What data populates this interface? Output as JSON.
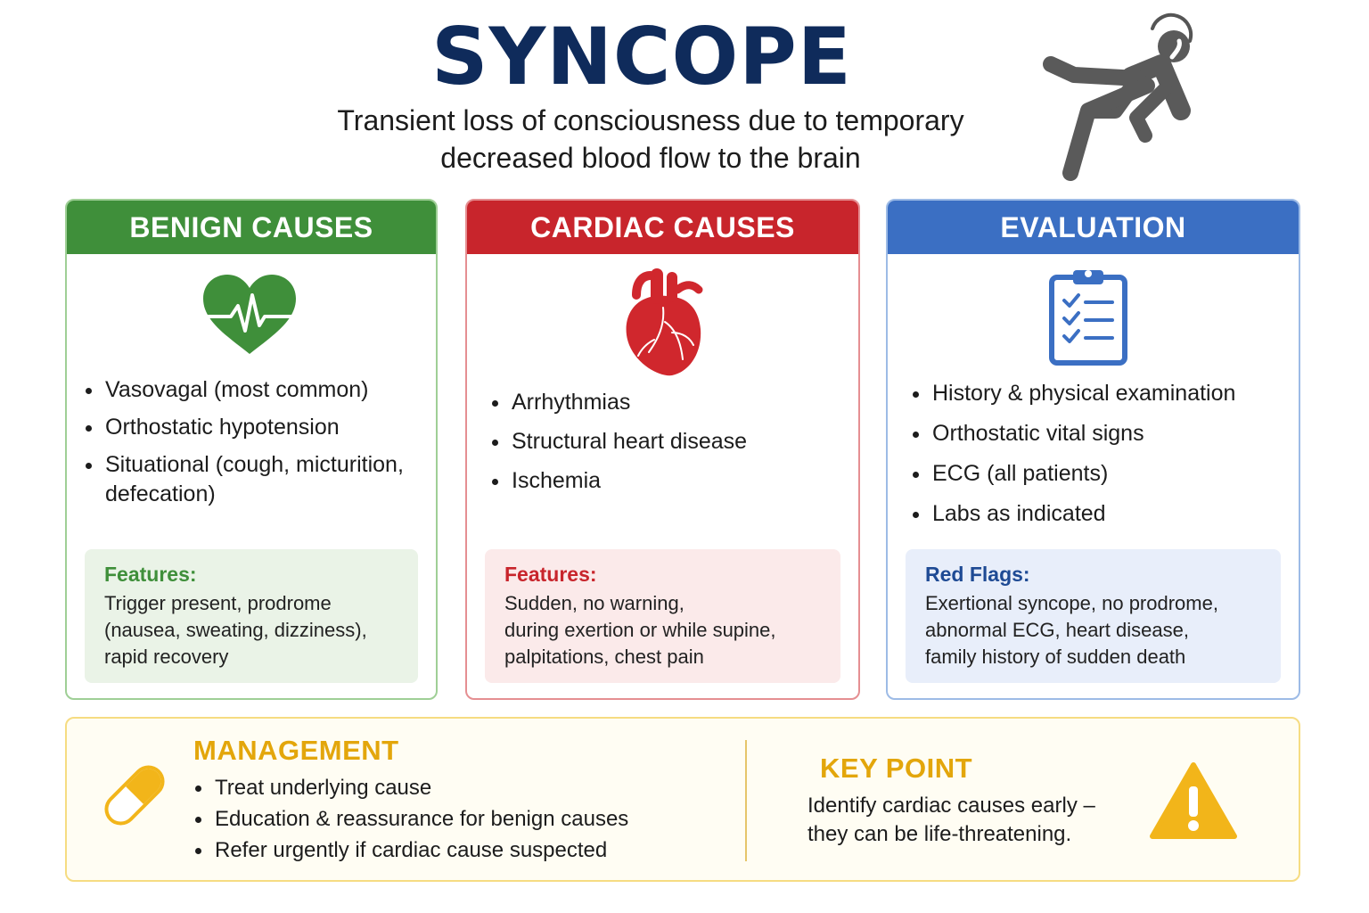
{
  "header": {
    "title": "SYNCOPE",
    "subtitle": "Transient loss of consciousness due to temporary decreased blood flow to the brain"
  },
  "icons": {
    "header": "fainting-person-icon",
    "benign": "heart-pulse-icon",
    "cardiac": "anatomical-heart-icon",
    "evaluation": "clipboard-checklist-icon",
    "management": "pill-capsule-icon",
    "key_point": "warning-triangle-icon"
  },
  "colors": {
    "title": "#0f2b5b",
    "benign": "#3f8f3a",
    "cardiac": "#c8252c",
    "evaluation": "#3b6fc3",
    "accent": "#e3a60b"
  },
  "benign": {
    "header": "BENIGN CAUSES",
    "items": [
      "Vasovagal (most common)",
      "Orthostatic hypotension",
      "Situational (cough, micturition, defecation)"
    ],
    "features_title": "Features:",
    "features_text": "Trigger present, prodrome\n(nausea, sweating, dizziness),\nrapid recovery"
  },
  "cardiac": {
    "header": "CARDIAC CAUSES",
    "items": [
      "Arrhythmias",
      "Structural heart disease",
      "Ischemia"
    ],
    "features_title": "Features:",
    "features_text": "Sudden, no warning,\nduring exertion or while supine,\npalpitations, chest pain"
  },
  "evaluation": {
    "header": "EVALUATION",
    "items": [
      "History & physical examination",
      "Orthostatic vital signs",
      "ECG (all patients)",
      "Labs as indicated"
    ],
    "flags_title": "Red Flags:",
    "flags_text": "Exertional syncope, no prodrome,\nabnormal ECG, heart disease,\nfamily history of sudden death"
  },
  "management": {
    "title": "MANAGEMENT",
    "items": [
      "Treat underlying cause",
      "Education & reassurance for benign causes",
      "Refer urgently if cardiac cause suspected"
    ]
  },
  "key_point": {
    "title": "KEY POINT",
    "text": "Identify cardiac causes early –\nthey can be life-threatening."
  }
}
